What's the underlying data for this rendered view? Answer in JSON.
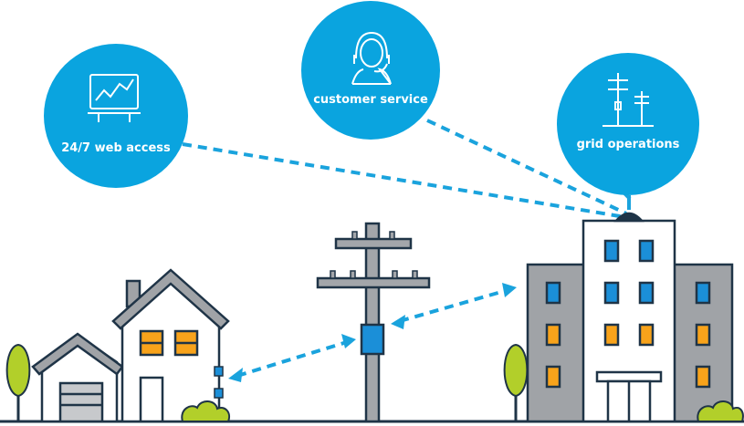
{
  "bubbles": {
    "web": {
      "label": "24/7 web access",
      "icon": "chart-presentation-icon"
    },
    "service": {
      "label": "customer service",
      "icon": "headset-agent-icon"
    },
    "grid": {
      "label": "grid operations",
      "icon": "power-poles-icon"
    }
  },
  "colors": {
    "bubble": "#0aa4df",
    "dash": "#1aa3dd",
    "outline": "#1f3447",
    "pole": "#a3a6aa",
    "building_gray": "#a0a3a7",
    "window_blue": "#1b8fd8",
    "window_orange": "#f8a31b",
    "tree": "#b2cf2a"
  }
}
